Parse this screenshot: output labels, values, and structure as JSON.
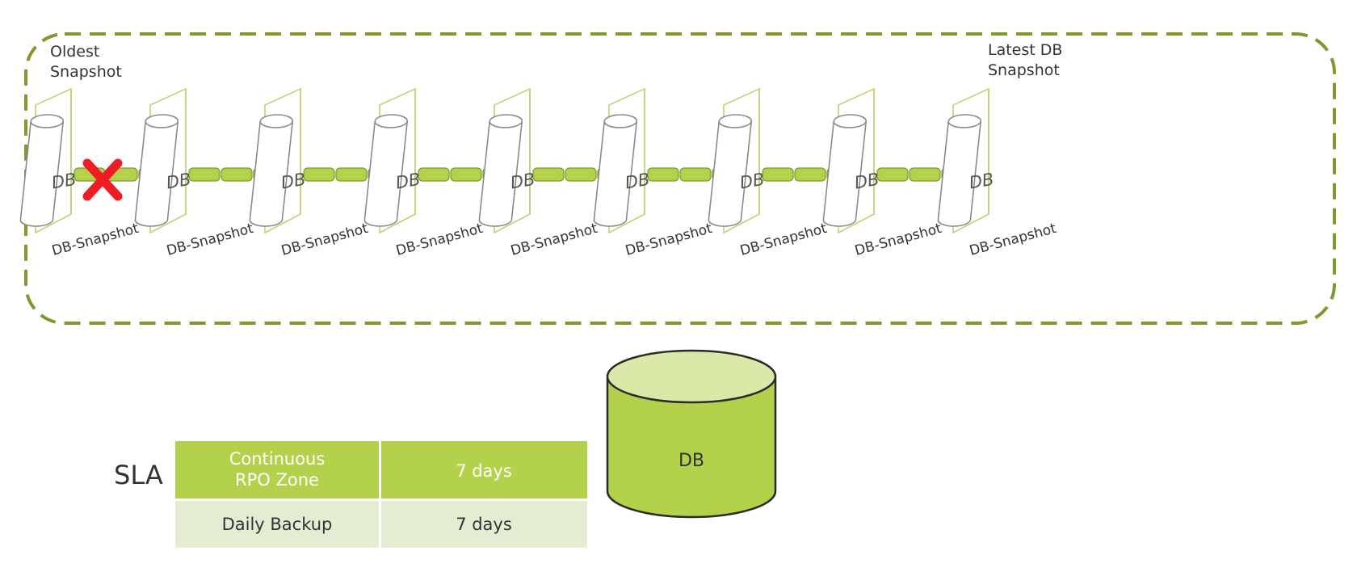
{
  "labels": {
    "oldest_line1": "Oldest",
    "oldest_line2": "Snapshot",
    "latest_line1": "Latest DB",
    "latest_line2": "Snapshot"
  },
  "snapshot": {
    "cylinder_text": "DB",
    "caption": "DB-Snapshot",
    "count": 9
  },
  "sla": {
    "label": "SLA",
    "rows": [
      {
        "name_line1": "Continuous",
        "name_line2": "RPO Zone",
        "value": "7 days"
      },
      {
        "name_line1": "Daily Backup",
        "name_line2": "",
        "value": "7 days"
      }
    ]
  },
  "database": {
    "label": "DB"
  },
  "colors": {
    "accent": "#b3d14b",
    "border": "#7d9a2e",
    "light_row": "#e4edd3",
    "panel_stroke": "#b6d36a",
    "delete_mark": "#ee1d23",
    "db_top": "#dbe9a8"
  }
}
